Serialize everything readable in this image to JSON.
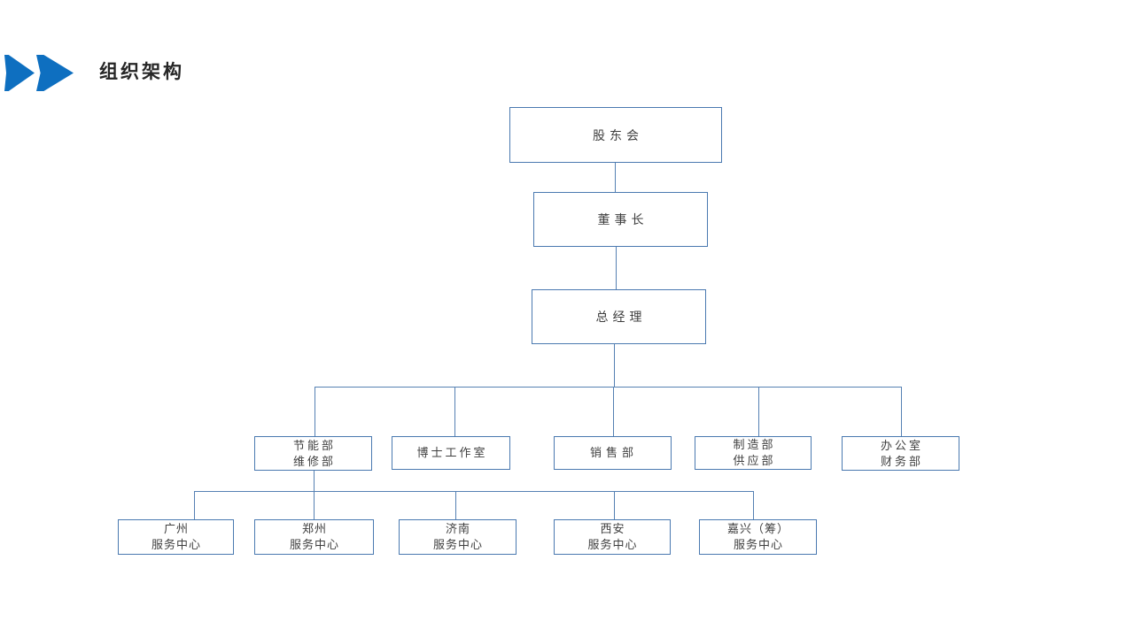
{
  "slide": {
    "title": "组织架构",
    "background_color": "#ffffff",
    "title_color": "#262626",
    "accent_color": "#0e6fc0",
    "box_border_color": "#4a79b0",
    "connector_color": "#5580b3",
    "box_text_color": "#3f3f3f"
  },
  "org_chart": {
    "nodes": [
      {
        "id": "shareholders-meeting",
        "lines": [
          "股东会"
        ],
        "reports_to": null
      },
      {
        "id": "chairman",
        "lines": [
          "董事长"
        ],
        "reports_to": "shareholders-meeting"
      },
      {
        "id": "general-manager",
        "lines": [
          "总经理"
        ],
        "reports_to": "chairman"
      },
      {
        "id": "energy-saving-maintenance-dept",
        "lines": [
          "节能部",
          "维修部"
        ],
        "reports_to": "general-manager"
      },
      {
        "id": "doctor-studio",
        "lines": [
          "博士工作室"
        ],
        "reports_to": "general-manager"
      },
      {
        "id": "sales-dept",
        "lines": [
          "销售部"
        ],
        "reports_to": "general-manager"
      },
      {
        "id": "manufacturing-supply-dept",
        "lines": [
          "制造部",
          "供应部"
        ],
        "reports_to": "general-manager"
      },
      {
        "id": "office-finance-dept",
        "lines": [
          "办公室",
          "财务部"
        ],
        "reports_to": "general-manager"
      },
      {
        "id": "guangzhou-service-center",
        "lines": [
          "广州",
          "服务中心"
        ],
        "reports_to": "energy-saving-maintenance-dept"
      },
      {
        "id": "zhengzhou-service-center",
        "lines": [
          "郑州",
          "服务中心"
        ],
        "reports_to": "energy-saving-maintenance-dept"
      },
      {
        "id": "jinan-service-center",
        "lines": [
          "济南",
          "服务中心"
        ],
        "reports_to": "energy-saving-maintenance-dept"
      },
      {
        "id": "xian-service-center",
        "lines": [
          "西安",
          "服务中心"
        ],
        "reports_to": "energy-saving-maintenance-dept"
      },
      {
        "id": "jiaxing-service-center",
        "lines": [
          "嘉兴（筹）",
          "服务中心"
        ],
        "reports_to": "energy-saving-maintenance-dept"
      }
    ]
  }
}
